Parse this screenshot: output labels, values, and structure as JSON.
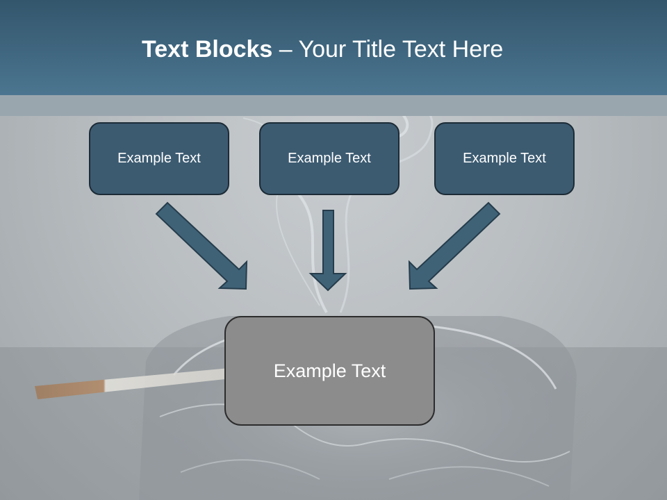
{
  "slide": {
    "title_bold": "Text Blocks",
    "title_rest": " – Your Title Text Here",
    "blocks": [
      "Example Text",
      "Example Text",
      "Example Text"
    ],
    "center_block": "Example Text"
  },
  "colors": {
    "header": "#4b7590",
    "block_fill": "#3c5b71",
    "block_border": "#1c2b36",
    "center_fill": "#8c8c8c",
    "arrow_fill": "#3f6277"
  },
  "icons": [
    "arrow-down-right-icon",
    "arrow-down-icon",
    "arrow-down-left-icon"
  ]
}
